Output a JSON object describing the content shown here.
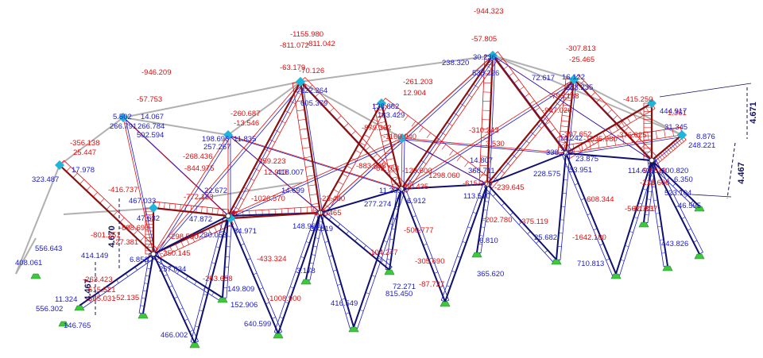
{
  "colors": {
    "red_result": "#e01010",
    "blue_result": "#1a1ad0",
    "member_dark_red": "#8b1010",
    "member_dark_blue": "#101070",
    "member_grey": "#b0b0b0",
    "support_green": "#3ec83e",
    "node_cyan": "#20b4d8",
    "dimension": "#101060"
  },
  "red_labels": [
    "-944.323",
    "-57.805",
    "-307.813",
    "-25.465",
    "-1155.980",
    "-811.042",
    "-811.072",
    "-63.179",
    "-70.126",
    "-946.209",
    "-57.753",
    "-261.203",
    "12.904",
    "-795.188",
    "-947.026",
    "-260.687",
    "-13.546",
    "-879.362",
    "-1160.940",
    "-310.243",
    "3.530",
    "-397.652",
    "-1035.980",
    "-356.138",
    "25.447",
    "-268.436",
    "-844.975",
    "-359.223",
    "12.913",
    "-883.808",
    "-83.768",
    "-129.600",
    "-1298.060",
    "-615.300",
    "-415.250",
    "1.361",
    "-376.625",
    "-1026.570",
    "-772.123",
    "-23.480",
    "-217.465",
    "-96.613",
    "-80.435",
    "-239.645",
    "-218.608",
    "-562.701",
    "-416.737",
    "-801.251",
    "-898.690",
    "-27.381",
    "-298.550",
    "-250.145",
    "-202.780",
    "-375.119",
    "-608.344",
    "-51.837",
    "-1642.180",
    "-500.777",
    "-433.324",
    "-104.247",
    "-305.690",
    "-253.658",
    "-263.423",
    "-515.521",
    "-365.031",
    "-52.135",
    "-1008.900",
    "-87.727"
  ],
  "blue_labels": [
    "238.320",
    "30.236",
    "538.226",
    "72.617",
    "16.122",
    "253.235",
    "122.264",
    "605.379",
    "138.882",
    "183.429",
    "5.502",
    "14.067",
    "266.791",
    "266.784",
    "502.594",
    "198.696",
    "257.267",
    "11.835",
    "444.917",
    "31.345",
    "8.876",
    "248.221",
    "17.978",
    "418.007",
    "323.487",
    "22.672",
    "14.699",
    "14.807",
    "368.711",
    "338.323",
    "14.242",
    "23.875",
    "114.625",
    "100.820",
    "6.350",
    "228.575",
    "33.951",
    "523.104",
    "46.595",
    "467.033",
    "11.203",
    "277.274",
    "6.912",
    "113.510",
    "47.632",
    "47.872",
    "230.053",
    "34.971",
    "148.964",
    "36.619",
    "556.643",
    "414.149",
    "408.061",
    "6.853",
    "257.034",
    "6.810",
    "25.682",
    "710.813",
    "443.826",
    "3.178",
    "72.271",
    "365.620",
    "11.324",
    "556.302",
    "149.809",
    "152.906",
    "416.549",
    "815.450",
    "146.765",
    "640.599",
    "466.002"
  ],
  "dimensions": {
    "left_height_1": "4.670",
    "left_height_2": "4.467",
    "right_height_1": "4.671",
    "right_height_2": "4.467"
  }
}
